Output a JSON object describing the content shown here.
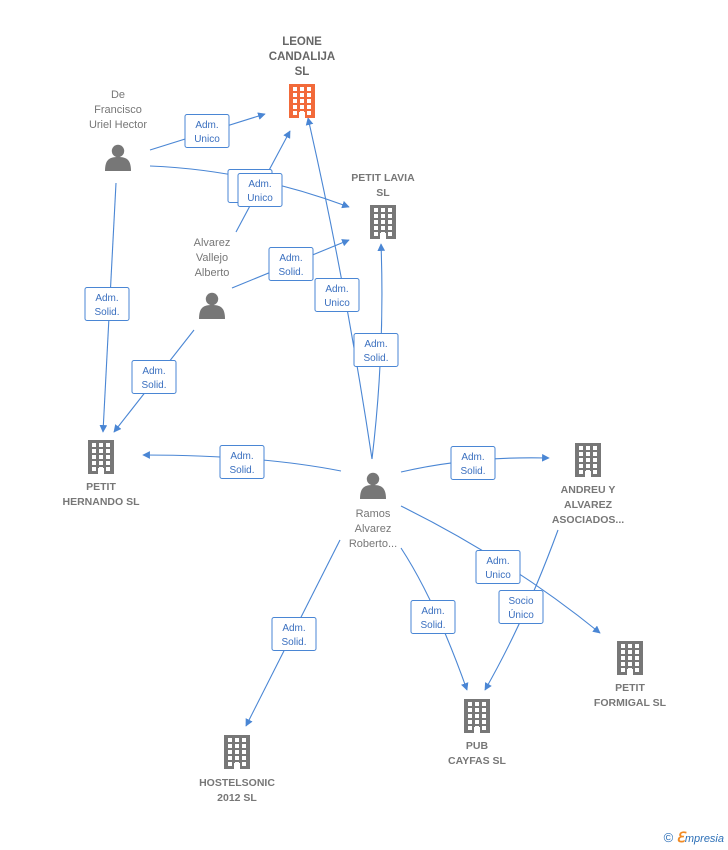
{
  "colors": {
    "edge": "#4a86d4",
    "node": "#777777",
    "highlight": "#f26a3a"
  },
  "nodes": [
    {
      "id": "leone",
      "kind": "company",
      "highlight": true,
      "label": [
        "LEONE",
        "CANDALIJA",
        "SL"
      ]
    },
    {
      "id": "de_francisco",
      "kind": "person",
      "label": [
        "De",
        "Francisco",
        "Uriel Hector"
      ]
    },
    {
      "id": "petit_lavia",
      "kind": "company",
      "label": [
        "PETIT LAVIA",
        "SL"
      ]
    },
    {
      "id": "alvarez_vallejo",
      "kind": "person",
      "label": [
        "Alvarez",
        "Vallejo",
        "Alberto"
      ]
    },
    {
      "id": "petit_hernando",
      "kind": "company",
      "label": [
        "PETIT",
        "HERNANDO  SL"
      ]
    },
    {
      "id": "ramos",
      "kind": "person",
      "label": [
        "Ramos",
        "Alvarez",
        "Roberto..."
      ]
    },
    {
      "id": "andreu",
      "kind": "company",
      "label": [
        "ANDREU Y",
        "ALVAREZ",
        "ASOCIADOS..."
      ]
    },
    {
      "id": "petit_formigal",
      "kind": "company",
      "label": [
        "PETIT",
        "FORMIGAL  SL"
      ]
    },
    {
      "id": "pub_cayfas",
      "kind": "company",
      "label": [
        "PUB",
        "CAYFAS SL"
      ]
    },
    {
      "id": "hostelsonic",
      "kind": "company",
      "label": [
        "HOSTELSONIC",
        "2012 SL"
      ]
    }
  ],
  "edges": [
    {
      "from": "de_francisco",
      "to": "leone",
      "label": [
        "Adm.",
        "Unico"
      ]
    },
    {
      "from": "de_francisco",
      "to": "petit_lavia",
      "label": [
        "Adm.",
        "Solid."
      ]
    },
    {
      "from": "de_francisco",
      "to": "petit_hernando",
      "label": [
        "Adm.",
        "Solid."
      ]
    },
    {
      "from": "alvarez_vallejo",
      "to": "leone",
      "label": [
        "Adm.",
        "Unico"
      ]
    },
    {
      "from": "alvarez_vallejo",
      "to": "petit_lavia",
      "label": [
        "Adm.",
        "Solid."
      ]
    },
    {
      "from": "alvarez_vallejo",
      "to": "petit_hernando",
      "label": [
        "Adm.",
        "Solid."
      ]
    },
    {
      "from": "ramos",
      "to": "leone",
      "label": [
        "Adm.",
        "Unico"
      ]
    },
    {
      "from": "ramos",
      "to": "petit_lavia",
      "label": [
        "Adm.",
        "Solid."
      ]
    },
    {
      "from": "ramos",
      "to": "petit_hernando",
      "label": [
        "Adm.",
        "Solid."
      ]
    },
    {
      "from": "ramos",
      "to": "andreu",
      "label": [
        "Adm.",
        "Solid."
      ]
    },
    {
      "from": "ramos",
      "to": "petit_formigal",
      "label": [
        "Adm.",
        "Unico"
      ]
    },
    {
      "from": "ramos",
      "to": "pub_cayfas",
      "label": [
        "Adm.",
        "Solid."
      ]
    },
    {
      "from": "andreu",
      "to": "pub_cayfas",
      "label": [
        "Socio",
        "Único"
      ]
    },
    {
      "from": "ramos",
      "to": "hostelsonic",
      "label": [
        "Adm.",
        "Solid."
      ]
    }
  ],
  "footer": {
    "copyright": "©",
    "brand_initial": "ℇ",
    "brand_rest": "mpresia"
  }
}
